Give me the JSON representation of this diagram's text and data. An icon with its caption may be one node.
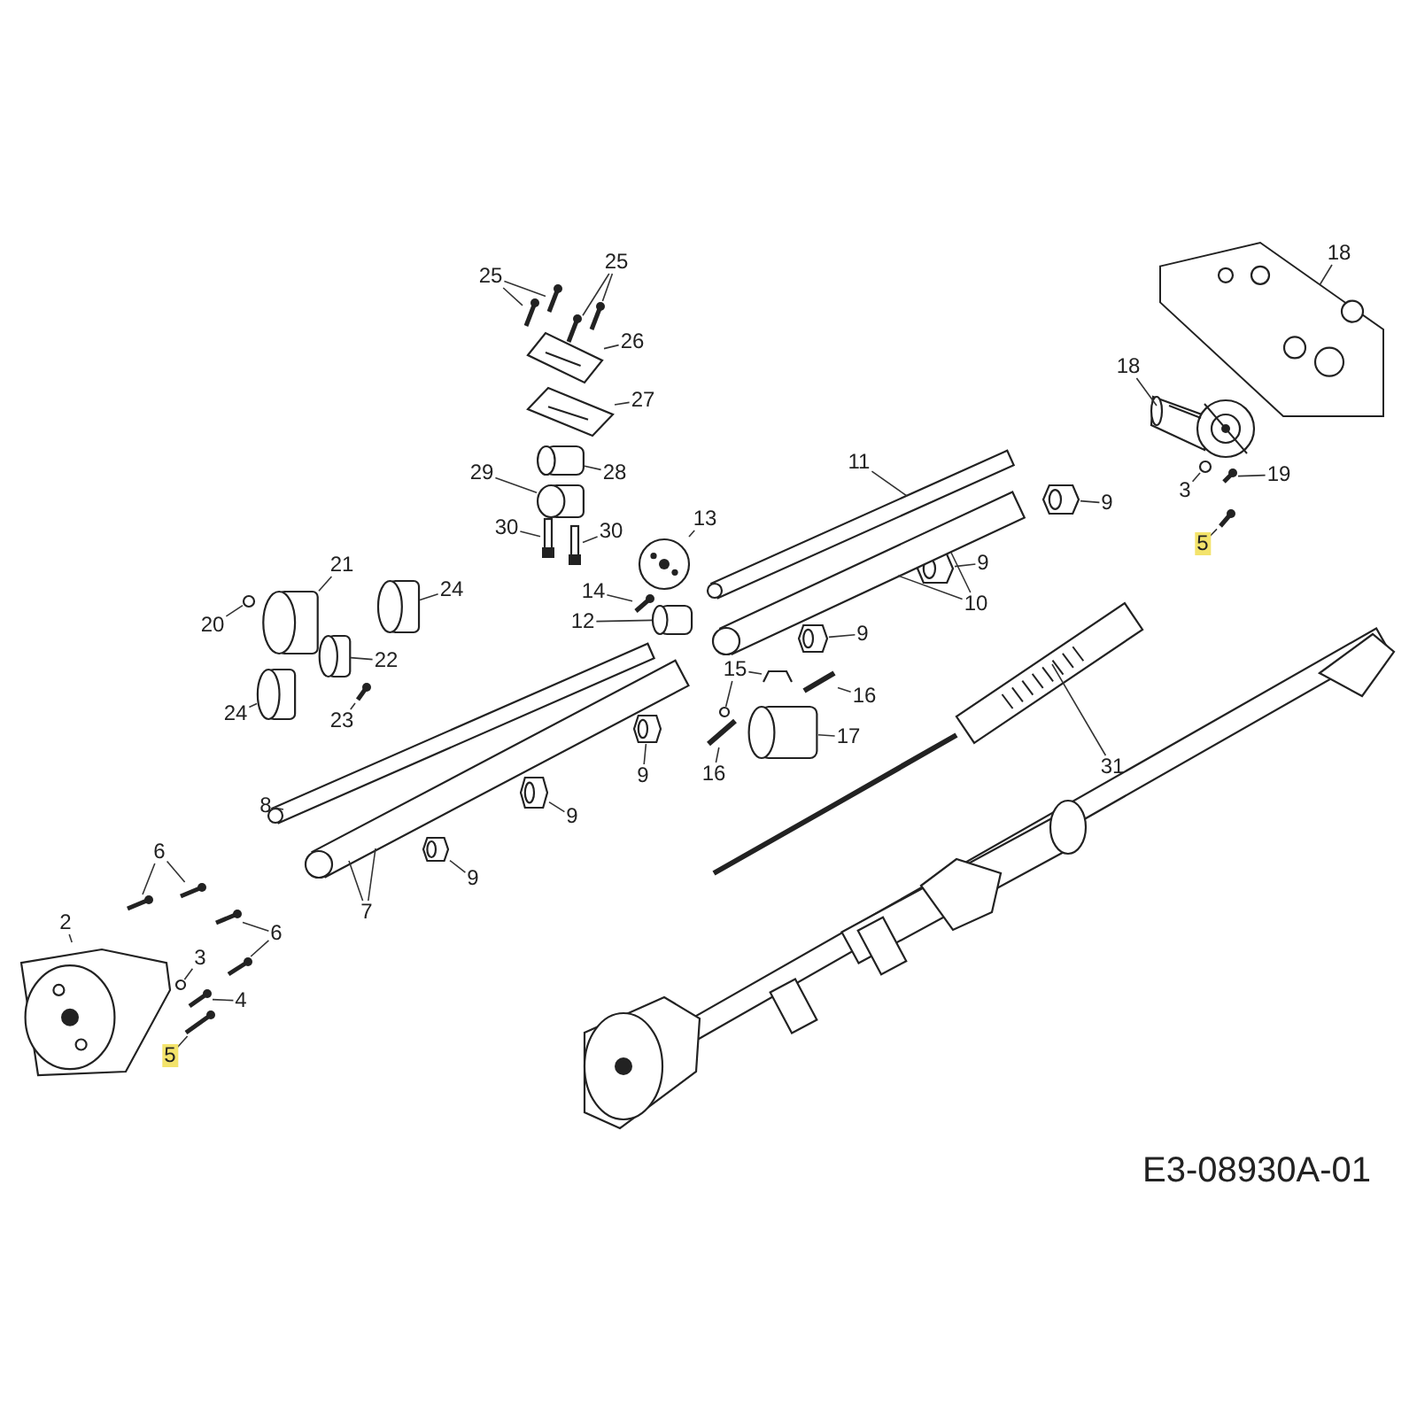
{
  "diagram": {
    "nodes": [
      {
        "text": [
          "25"
        ]
      },
      {
        "text": [
          "25"
        ]
      },
      {
        "text": [],
        "shape": "picture"
      },
      {
        "text": [],
        "shape": "picture"
      },
      {
        "text": [],
        "shape": "picture"
      },
      {
        "text": [],
        "shape": "picture"
      },
      {
        "text": [
          "18"
        ]
      },
      {
        "text": [],
        "shape": "picture"
      },
      {
        "text": [
          "26"
        ]
      },
      {
        "text": [],
        "shape": "picture"
      },
      {
        "text": [
          "27"
        ]
      },
      {
        "text": [],
        "shape": "picture"
      },
      {
        "text": [
          "18"
        ]
      },
      {
        "text": [],
        "shape": "picture"
      },
      {
        "text": [
          "11"
        ]
      },
      {
        "text": [],
        "shape": "picture"
      },
      {
        "text": [
          "29"
        ]
      },
      {
        "text": [],
        "shape": "cylinder"
      },
      {
        "text": [
          "28"
        ]
      },
      {
        "text": [],
        "shape": "cylinder"
      },
      {
        "text": [
          "3"
        ]
      },
      {
        "text": [],
        "shape": "circle"
      },
      {
        "text": [
          "19"
        ]
      },
      {
        "text": [],
        "shape": "picture"
      },
      {
        "text": [
          "9"
        ]
      },
      {
        "text": [],
        "shape": "picture"
      },
      {
        "text": [
          "30"
        ]
      },
      {
        "text": [],
        "shape": "picture"
      },
      {
        "text": [
          "30"
        ]
      },
      {
        "text": [],
        "shape": "picture"
      },
      {
        "text": [
          "5"
        ]
      },
      {
        "text": [],
        "shape": "picture"
      },
      {
        "text": [
          "13"
        ]
      },
      {
        "text": [],
        "shape": "picture"
      },
      {
        "text": [
          "9"
        ]
      },
      {
        "text": [],
        "shape": "picture"
      },
      {
        "text": [
          "21"
        ]
      },
      {
        "text": [],
        "shape": "cylinder"
      },
      {
        "text": [
          "24"
        ]
      },
      {
        "text": [],
        "shape": "cylinder"
      },
      {
        "text": [
          "14"
        ]
      },
      {
        "text": [],
        "shape": "picture"
      },
      {
        "text": [
          "10"
        ]
      },
      {
        "text": [],
        "shape": "picture"
      },
      {
        "text": [
          "20"
        ]
      },
      {
        "text": [],
        "shape": "circle"
      },
      {
        "text": [
          "12"
        ]
      },
      {
        "text": [],
        "shape": "cylinder"
      },
      {
        "text": [
          "9"
        ]
      },
      {
        "text": [],
        "shape": "picture"
      },
      {
        "text": [
          "22"
        ]
      },
      {
        "text": [],
        "shape": "cylinder"
      },
      {
        "text": [
          "15"
        ]
      },
      {
        "text": [],
        "shape": "picture"
      },
      {
        "text": [],
        "shape": "circle"
      },
      {
        "text": [
          "16"
        ]
      },
      {
        "text": [],
        "shape": "picture"
      },
      {
        "text": [
          "24"
        ]
      },
      {
        "text": [],
        "shape": "cylinder"
      },
      {
        "text": [
          "23"
        ]
      },
      {
        "text": [],
        "shape": "picture"
      },
      {
        "text": [
          "31"
        ]
      },
      {
        "text": [],
        "shape": "picture"
      },
      {
        "text": [
          "17"
        ]
      },
      {
        "text": [],
        "shape": "cylinder"
      },
      {
        "text": [
          "16"
        ]
      },
      {
        "text": [],
        "shape": "picture"
      },
      {
        "text": [
          "9"
        ]
      },
      {
        "text": [],
        "shape": "picture"
      },
      {
        "text": [
          "8"
        ]
      },
      {
        "text": [],
        "shape": "picture"
      },
      {
        "text": [
          "9"
        ]
      },
      {
        "text": [],
        "shape": "picture"
      },
      {
        "text": [
          "6"
        ]
      },
      {
        "text": [],
        "shape": "picture"
      },
      {
        "text": [],
        "shape": "picture"
      },
      {
        "text": [
          "9"
        ]
      },
      {
        "text": [],
        "shape": "picture"
      },
      {
        "text": [
          "7"
        ]
      },
      {
        "text": [],
        "shape": "picture"
      },
      {
        "text": [
          "2"
        ]
      },
      {
        "text": [],
        "shape": "picture"
      },
      {
        "text": [
          "6"
        ]
      },
      {
        "text": [],
        "shape": "picture"
      },
      {
        "text": [],
        "shape": "picture"
      },
      {
        "text": [
          "3"
        ]
      },
      {
        "text": [],
        "shape": "circle"
      },
      {
        "text": [
          "4"
        ]
      },
      {
        "text": [],
        "shape": "picture"
      },
      {
        "text": [
          "5"
        ]
      },
      {
        "text": [],
        "shape": "picture"
      }
    ],
    "edges": [
      {
        "from": 0,
        "to": 2,
        "arrow": "none"
      },
      {
        "from": 0,
        "to": 3,
        "arrow": "none"
      },
      {
        "from": 1,
        "to": 4,
        "arrow": "none"
      },
      {
        "from": 1,
        "to": 5,
        "arrow": "none"
      },
      {
        "from": 6,
        "to": 7,
        "arrow": "none"
      },
      {
        "from": 8,
        "to": 9,
        "arrow": "none"
      },
      {
        "from": 10,
        "to": 11,
        "arrow": "none"
      },
      {
        "from": 12,
        "to": 13,
        "arrow": "none"
      },
      {
        "from": 14,
        "to": 15,
        "arrow": "none"
      },
      {
        "from": 16,
        "to": 17,
        "arrow": "none"
      },
      {
        "from": 18,
        "to": 19,
        "arrow": "none"
      },
      {
        "from": 20,
        "to": 21,
        "arrow": "none"
      },
      {
        "from": 22,
        "to": 23,
        "arrow": "none"
      },
      {
        "from": 24,
        "to": 25,
        "arrow": "none"
      },
      {
        "from": 26,
        "to": 27,
        "arrow": "none"
      },
      {
        "from": 28,
        "to": 29,
        "arrow": "none"
      },
      {
        "from": 30,
        "to": 31,
        "arrow": "none"
      },
      {
        "from": 32,
        "to": 33,
        "arrow": "none"
      },
      {
        "from": 34,
        "to": 35,
        "arrow": "none"
      },
      {
        "from": 36,
        "to": 37,
        "arrow": "none"
      },
      {
        "from": 38,
        "to": 39,
        "arrow": "none"
      },
      {
        "from": 40,
        "to": 41,
        "arrow": "none"
      },
      {
        "from": 42,
        "to": 43,
        "arrow": "none"
      },
      {
        "from": 42,
        "to": 43,
        "arrow": "none"
      },
      {
        "from": 44,
        "to": 45,
        "arrow": "none"
      },
      {
        "from": 46,
        "to": 47,
        "arrow": "none"
      },
      {
        "from": 48,
        "to": 49,
        "arrow": "none"
      },
      {
        "from": 50,
        "to": 51,
        "arrow": "none"
      },
      {
        "from": 52,
        "to": 53,
        "arrow": "none"
      },
      {
        "from": 52,
        "to": 54,
        "arrow": "none"
      },
      {
        "from": 55,
        "to": 56,
        "arrow": "none"
      },
      {
        "from": 57,
        "to": 58,
        "arrow": "none"
      },
      {
        "from": 59,
        "to": 60,
        "arrow": "none"
      },
      {
        "from": 61,
        "to": 62,
        "arrow": "none"
      },
      {
        "from": 63,
        "to": 64,
        "arrow": "none"
      },
      {
        "from": 65,
        "to": 66,
        "arrow": "none"
      },
      {
        "from": 67,
        "to": 68,
        "arrow": "none"
      },
      {
        "from": 69,
        "to": 70,
        "arrow": "none"
      },
      {
        "from": 71,
        "to": 72,
        "arrow": "none"
      },
      {
        "from": 73,
        "to": 74,
        "arrow": "none"
      },
      {
        "from": 73,
        "to": 75,
        "arrow": "none"
      },
      {
        "from": 76,
        "to": 77,
        "arrow": "none"
      },
      {
        "from": 78,
        "to": 79,
        "arrow": "none"
      },
      {
        "from": 78,
        "to": 79,
        "arrow": "none"
      },
      {
        "from": 80,
        "to": 81,
        "arrow": "none"
      },
      {
        "from": 82,
        "to": 83,
        "arrow": "none"
      },
      {
        "from": 82,
        "to": 84,
        "arrow": "none"
      },
      {
        "from": 85,
        "to": 86,
        "arrow": "none"
      },
      {
        "from": 87,
        "to": 88,
        "arrow": "none"
      },
      {
        "from": 89,
        "to": 90,
        "arrow": "none"
      }
    ],
    "labels": [
      "E3-08930A-01"
    ]
  }
}
